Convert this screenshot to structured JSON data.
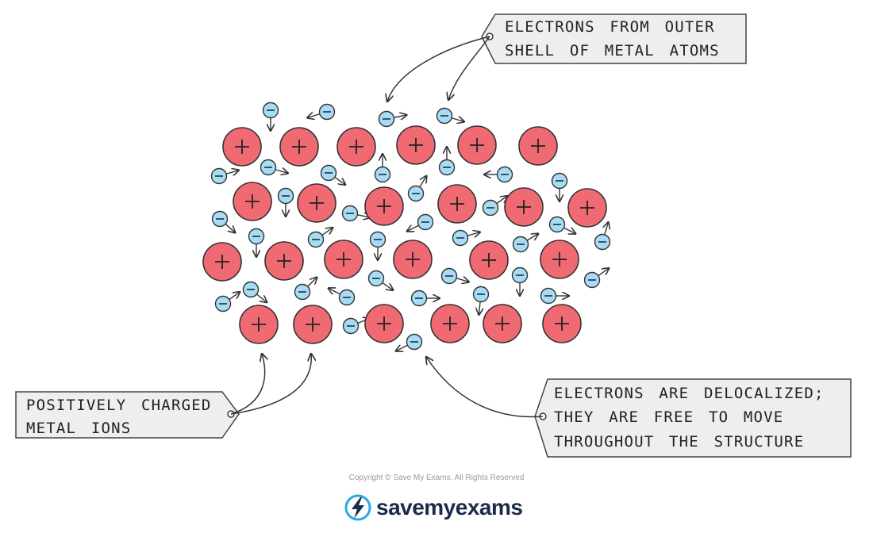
{
  "labels": {
    "electrons_outer": [
      "ELECTRONS FROM OUTER",
      "SHELL OF METAL ATOMS"
    ],
    "positive_ions": [
      "POSITIVELY CHARGED",
      "METAL IONS"
    ],
    "delocalized": [
      "ELECTRONS ARE DELOCALIZED;",
      "THEY ARE FREE TO MOVE",
      "THROUGHOUT THE STRUCTURE"
    ]
  },
  "footer": {
    "copyright": "Copyright © Save My Exams. All Rights Reserved",
    "brand": "savemyexams"
  },
  "colors": {
    "ion_fill": "#f06a74",
    "electron_fill": "#a6dcf5",
    "label_box": "#eeeeee",
    "brand_blue": "#2aa8e0",
    "brand_navy": "#1a2a4a"
  }
}
